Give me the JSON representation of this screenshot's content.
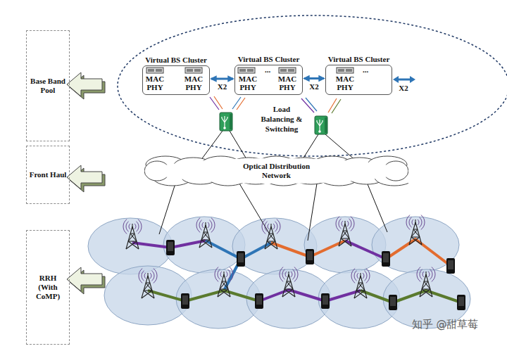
{
  "diagram": {
    "nodes": [
      {
        "text": [
          "Base Band Pool"
        ]
      },
      {
        "text": [
          "Virtual BS Cluster"
        ]
      },
      {
        "text": [
          "Virtual BS Cluster"
        ]
      },
      {
        "text": [
          "Virtual BS Cluster"
        ]
      },
      {
        "text": [
          "Front Haul"
        ]
      },
      {
        "text": [
          "Optical Distribution Network"
        ]
      },
      {
        "text": [
          "RRH (With CoMP)"
        ]
      }
    ],
    "edges": [
      {
        "from": 1,
        "to": 2,
        "arrow": "both",
        "label": "X2"
      },
      {
        "from": 2,
        "to": 3,
        "arrow": "both",
        "label": "X2"
      }
    ],
    "labels": [
      "MAC PHY",
      "MAC PHY",
      "MAC PHY",
      "...",
      "MAC PHY",
      "MAC PHY",
      "...",
      "X2",
      "Load Balancing & Switching",
      "知乎 @甜草莓"
    ]
  }
}
